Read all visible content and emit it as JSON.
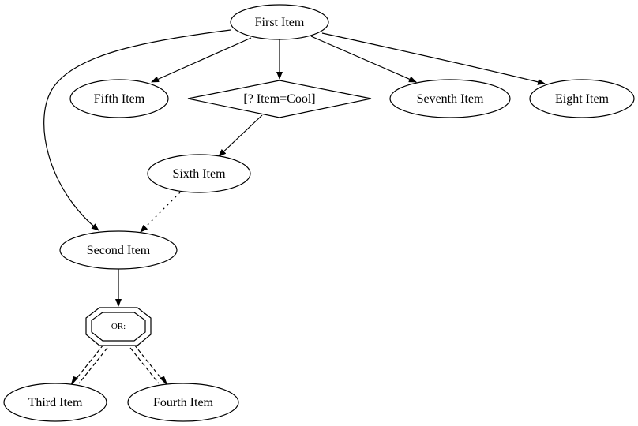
{
  "nodes": {
    "first": "First Item",
    "fifth": "Fifth Item",
    "condition": "[? Item=Cool]",
    "seventh": "Seventh Item",
    "eighth": "Eight Item",
    "sixth": "Sixth Item",
    "second": "Second Item",
    "or_gate": "OR:",
    "third": "Third Item",
    "fourth": "Fourth Item"
  },
  "edges": [
    {
      "from": "First Item",
      "to": "Fifth Item",
      "style": "solid"
    },
    {
      "from": "First Item",
      "to": "[? Item=Cool]",
      "style": "solid"
    },
    {
      "from": "First Item",
      "to": "Seventh Item",
      "style": "solid"
    },
    {
      "from": "First Item",
      "to": "Eight Item",
      "style": "solid"
    },
    {
      "from": "First Item",
      "to": "Second Item",
      "style": "solid"
    },
    {
      "from": "[? Item=Cool]",
      "to": "Sixth Item",
      "style": "solid"
    },
    {
      "from": "Sixth Item",
      "to": "Second Item",
      "style": "dotted"
    },
    {
      "from": "Second Item",
      "to": "OR:",
      "style": "solid"
    },
    {
      "from": "OR:",
      "to": "Third Item",
      "style": "double-dashed"
    },
    {
      "from": "OR:",
      "to": "Fourth Item",
      "style": "double-dashed"
    }
  ]
}
